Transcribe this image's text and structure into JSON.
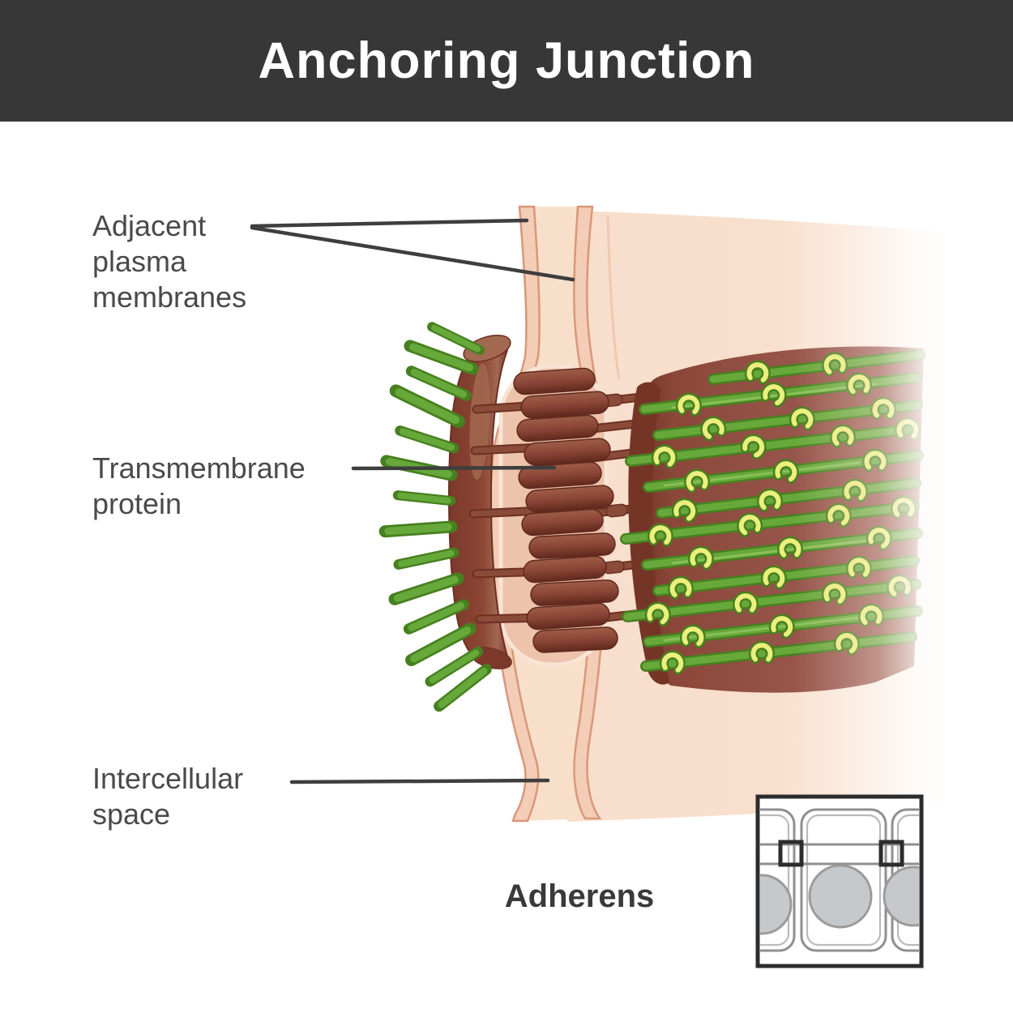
{
  "header": {
    "title": "Anchoring Junction"
  },
  "labels": {
    "adjacent_membranes": "Adjacent\nplasma\nmembranes",
    "transmembrane_protein": "Transmembrane\nprotein",
    "intercellular_space": "Intercellular\nspace",
    "junction_type": "Adherens"
  },
  "colors": {
    "bg": "#ffffff",
    "header_bg": "#373737",
    "title_text": "#ffffff",
    "label_text": "#4a4a4a",
    "caption_text": "#3a3a3a",
    "leader_line": "#3e3e3e",
    "membrane_fill": "#f3cdb5",
    "intercellular_fill": "#f8dfca",
    "membrane_line": "#d9977a",
    "cell_body": "#f8decb",
    "pocket_fill": "#edc3ab",
    "pocket_line": "#f8e4d4",
    "plaque_dark": "#7c392b",
    "plaque_mid": "#8c4634",
    "plaque_light": "#a26850",
    "plaque_outline": "#6d3023",
    "protein_light": "#9d5d47",
    "protein_fill": "#8a4536",
    "protein_dark": "#61291e",
    "rod_dark": "#6d3023",
    "rod_fill": "#8a4c38",
    "actin_outline": "#47801f",
    "actin_green": "#66a83a",
    "actin_light": "#8cc25c",
    "hook_yellow": "#ebef7c",
    "panel_rim": "#743527",
    "panel_fill": "#96544a",
    "inset_border": "#2c2c2c",
    "inset_line": "#8f8f8f",
    "inset_line_light": "#bababa",
    "nucleus_fill": "#c6c9cb",
    "nucleus_stroke": "#9b9b9b"
  }
}
